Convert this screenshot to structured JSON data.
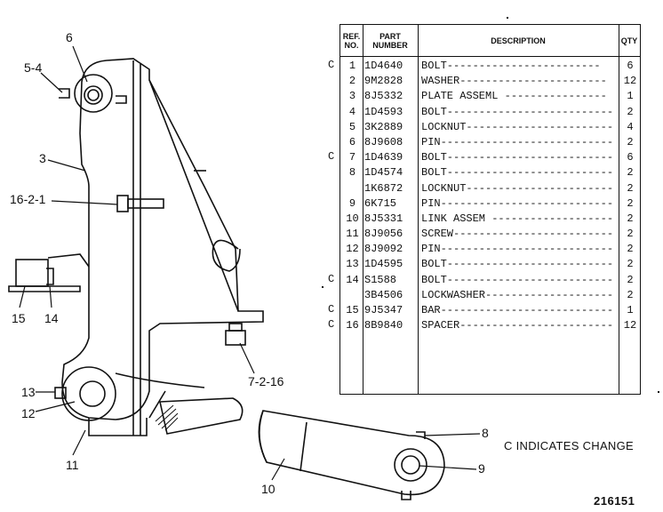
{
  "table": {
    "headers": {
      "ref_no": "REF. NO.",
      "part_number": "PART NUMBER",
      "description": "DESCRIPTION",
      "qty": "QTY"
    },
    "rows": [
      {
        "change": "C",
        "ref": "1",
        "part": "1D4640",
        "desc": "BOLT------------------------",
        "qty": "6"
      },
      {
        "change": "",
        "ref": "2",
        "part": "9M2828",
        "desc": "WASHER-----------------------",
        "qty": "12"
      },
      {
        "change": "",
        "ref": "3",
        "part": "8J5332",
        "desc": "PLATE ASSEML ----------------",
        "qty": "1"
      },
      {
        "change": "",
        "ref": "4",
        "part": "1D4593",
        "desc": "BOLT--------------------------",
        "qty": "2"
      },
      {
        "change": "",
        "ref": "5",
        "part": "3K2889",
        "desc": "LOCKNUT-----------------------",
        "qty": "4"
      },
      {
        "change": "",
        "ref": "6",
        "part": "8J9608",
        "desc": "PIN---------------------------",
        "qty": "2"
      },
      {
        "change": "C",
        "ref": "7",
        "part": "1D4639",
        "desc": "BOLT--------------------------",
        "qty": "6"
      },
      {
        "change": "",
        "ref": "8",
        "part": "1D4574",
        "desc": "BOLT--------------------------",
        "qty": "2"
      },
      {
        "change": "",
        "ref": "",
        "part": "1K6872",
        "desc": "LOCKNUT-----------------------",
        "qty": "2"
      },
      {
        "change": "",
        "ref": "9",
        "part": "6K715",
        "desc": "PIN---------------------------",
        "qty": "2"
      },
      {
        "change": "",
        "ref": "10",
        "part": "8J5331",
        "desc": "LINK ASSEM -------------------",
        "qty": "2"
      },
      {
        "change": "",
        "ref": "11",
        "part": "8J9056",
        "desc": "SCREW-------------------------",
        "qty": "2"
      },
      {
        "change": "",
        "ref": "12",
        "part": "8J9092",
        "desc": "PIN---------------------------",
        "qty": "2"
      },
      {
        "change": "",
        "ref": "13",
        "part": "1D4595",
        "desc": "BOLT--------------------------",
        "qty": "2"
      },
      {
        "change": "C",
        "ref": "14",
        "part": "S1588",
        "desc": "BOLT--------------------------",
        "qty": "2"
      },
      {
        "change": "",
        "ref": "",
        "part": "3B4506",
        "desc": "LOCKWASHER--------------------",
        "qty": "2"
      },
      {
        "change": "C",
        "ref": "15",
        "part": "9J5347",
        "desc": "BAR---------------------------",
        "qty": "1"
      },
      {
        "change": "C",
        "ref": "16",
        "part": "8B9840",
        "desc": "SPACER------------------------",
        "qty": "12"
      }
    ]
  },
  "callouts": {
    "c6": "6",
    "c5_4": "5-4",
    "c3": "3",
    "c16_2_1": "16-2-1",
    "c15": "15",
    "c14": "14",
    "c13": "13",
    "c12": "12",
    "c11": "11",
    "c7_2_16": "7-2-16",
    "c10": "10",
    "c8": "8",
    "c9": "9"
  },
  "note": "C INDICATES CHANGE",
  "plate_number": "216151"
}
